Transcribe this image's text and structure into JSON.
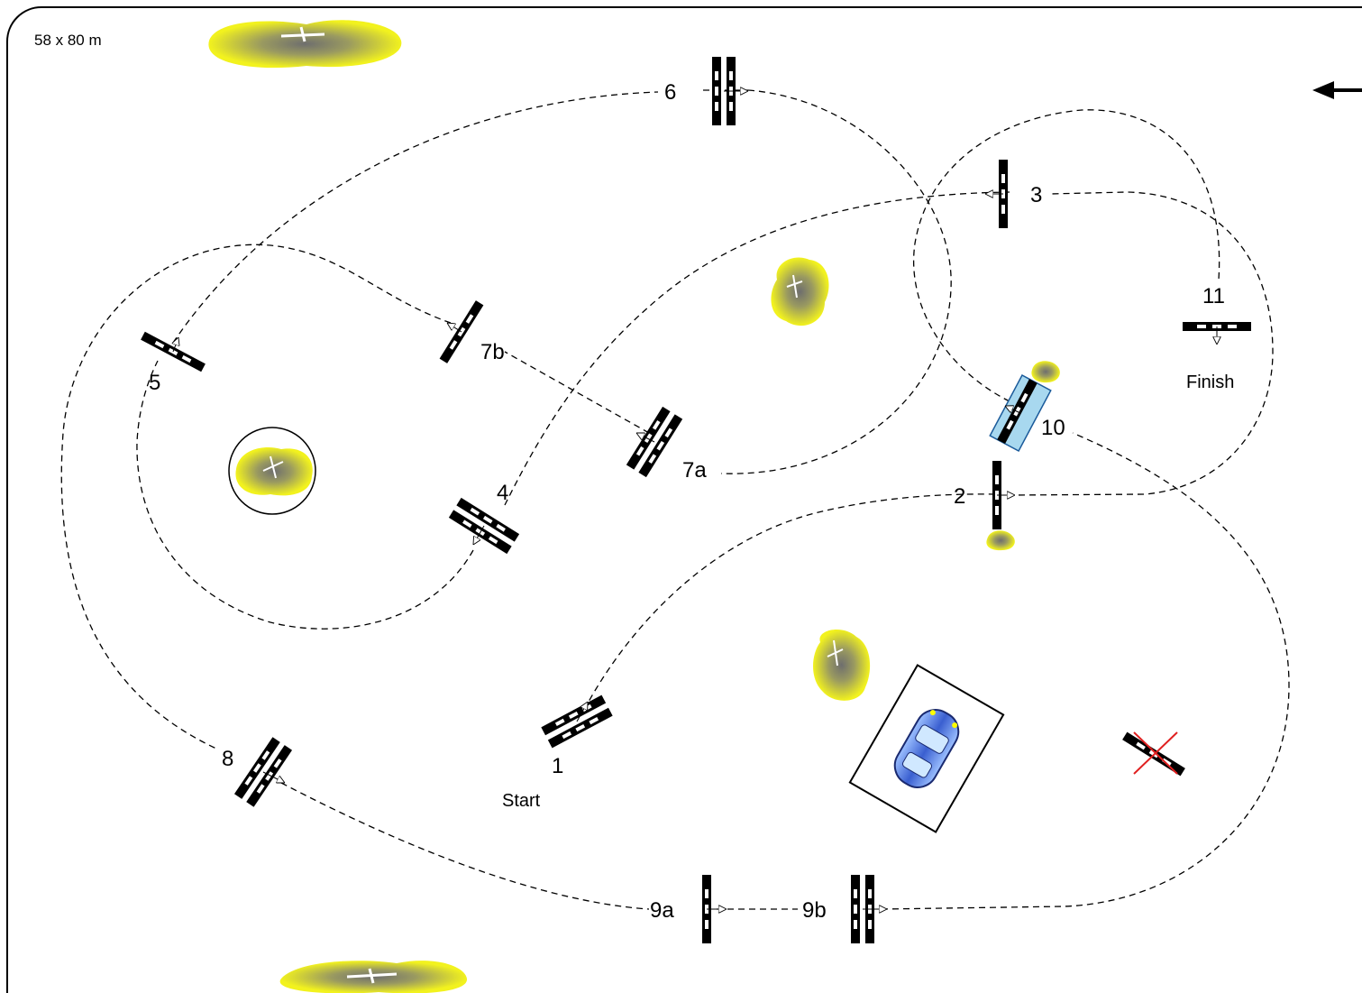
{
  "diagram": {
    "dimensions_label": "58 x 80 m",
    "start_label": "Start",
    "finish_label": "Finish",
    "gates": [
      {
        "id": "1",
        "label": "1"
      },
      {
        "id": "2",
        "label": "2"
      },
      {
        "id": "3",
        "label": "3"
      },
      {
        "id": "4",
        "label": "4"
      },
      {
        "id": "5",
        "label": "5"
      },
      {
        "id": "6",
        "label": "6"
      },
      {
        "id": "7a",
        "label": "7a"
      },
      {
        "id": "7b",
        "label": "7b"
      },
      {
        "id": "8",
        "label": "8"
      },
      {
        "id": "9a",
        "label": "9a"
      },
      {
        "id": "9b",
        "label": "9b"
      },
      {
        "id": "10",
        "label": "10"
      },
      {
        "id": "11",
        "label": "11"
      }
    ],
    "colors": {
      "bush": "#f2f21e",
      "bush_center": "#6e6e6e",
      "gate_blue": "#a8d8ef",
      "car": "#3a5fd0",
      "penalty_mark": "#e02020"
    },
    "icons": [
      "bush-icon",
      "car-icon",
      "arrow-left-icon",
      "gate-icon",
      "cross-icon"
    ]
  }
}
